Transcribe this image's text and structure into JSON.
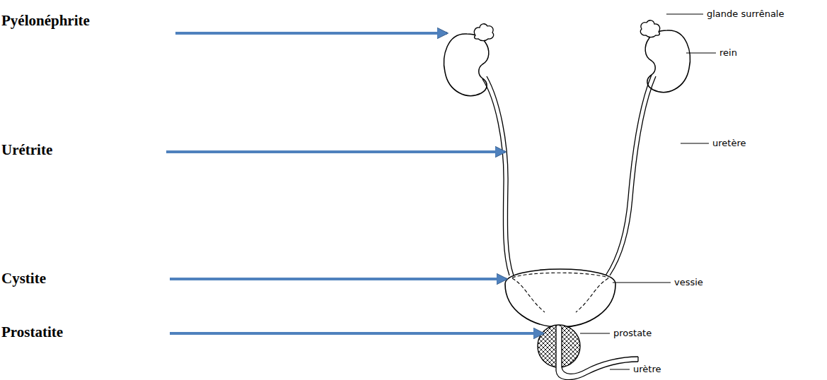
{
  "diagram": {
    "labels": [
      "Pyélonéphrite",
      "Urétrite",
      "Cystite",
      "Prostatite",
      "glande surrênale",
      "rein",
      "uretère",
      "vessie",
      "prostate",
      "urètre"
    ]
  }
}
